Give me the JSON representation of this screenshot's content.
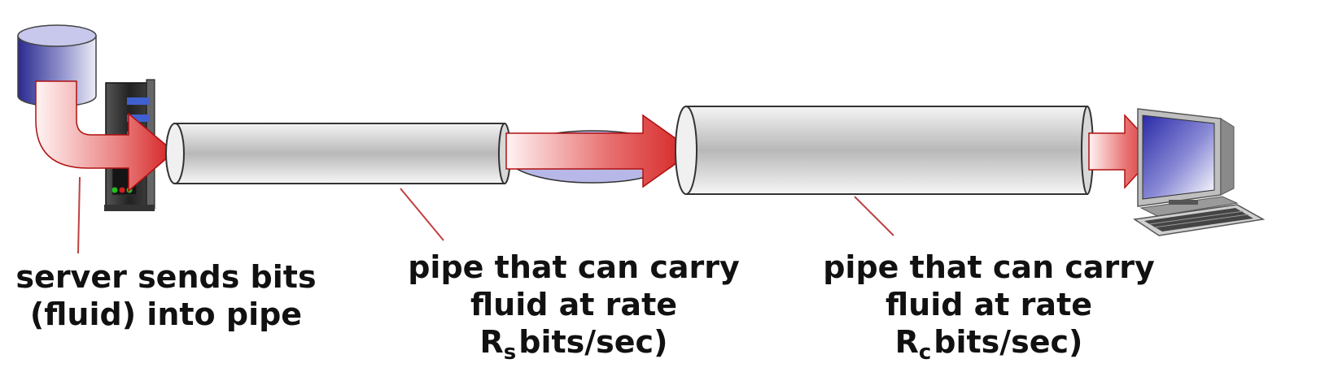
{
  "labels": {
    "server": [
      "server sends bits",
      "(fluid) into pipe"
    ],
    "pipe_s": {
      "line1": "pipe that can carry",
      "line2": "fluid at rate",
      "rate_symbol": "R",
      "rate_subscript": "s",
      "rate_units": "bits/sec)"
    },
    "pipe_c": {
      "line1": "pipe that can carry",
      "line2": "fluid at rate",
      "rate_symbol": "R",
      "rate_subscript": "c",
      "rate_units": "bits/sec)"
    }
  },
  "icons": {
    "server": "server-icon",
    "database": "database-icon",
    "client": "computer-icon"
  },
  "colors": {
    "flow_arrow": "#d42020",
    "pipe_shade": "#b8b8b8",
    "bottleneck": "#b8b8e8",
    "database_fill": "#3a3aa0",
    "server_body": "#2a2a2a"
  }
}
